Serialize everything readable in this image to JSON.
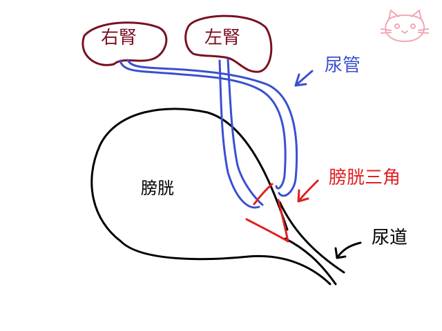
{
  "labels": {
    "right_kidney": "右腎",
    "left_kidney": "左腎",
    "ureter": "尿管",
    "bladder": "膀胱",
    "trigone": "膀胱三角",
    "urethra": "尿道"
  },
  "colors": {
    "kidney": "#7a1020",
    "ureter": "#3a4fd0",
    "trigone": "#e02020",
    "outline": "#000000",
    "cat_icon": "#f4a6b0"
  },
  "icons": {
    "corner": "cat-face-icon"
  }
}
